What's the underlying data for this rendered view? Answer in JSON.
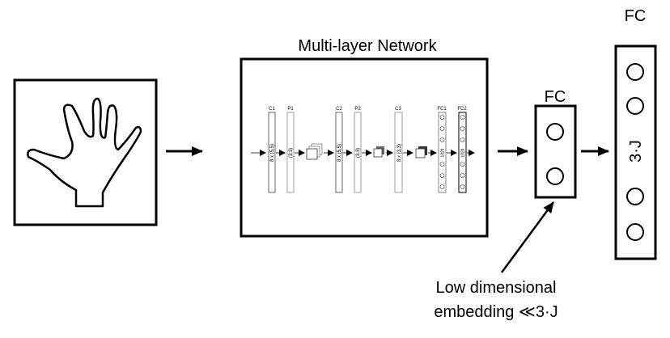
{
  "network_title": "Multi-layer Network",
  "layers": {
    "c1": {
      "name": "C1",
      "size": "8 x (5,5)"
    },
    "p1": {
      "name": "P1",
      "size": "(3,3)"
    },
    "c2": {
      "name": "C2",
      "size": "8 x (5,5)"
    },
    "p2": {
      "name": "P2",
      "size": "(3,3)"
    },
    "c3": {
      "name": "C3",
      "size": "8 x (3,3)"
    },
    "fc1": {
      "name": "FC1",
      "size": "1024"
    },
    "fc2": {
      "name": "FC2",
      "size": "1024"
    }
  },
  "fc_small": {
    "label": "FC"
  },
  "fc_large": {
    "label": "FC",
    "size": "3·J"
  },
  "annotation": {
    "line1": "Low dimensional",
    "line2": "embedding ≪3·J"
  }
}
